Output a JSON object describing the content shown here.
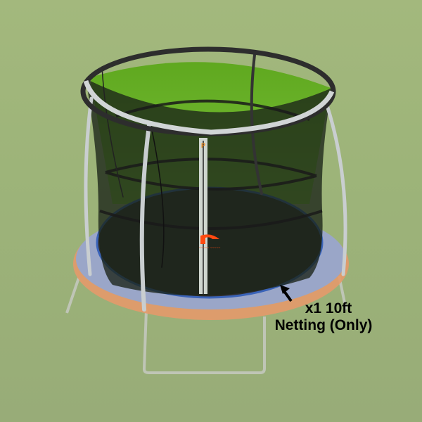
{
  "product": {
    "subject": "trampoline safety enclosure netting",
    "caption_line1": "x1 10ft",
    "caption_line2": "Netting (Only)",
    "arrow": "arrow-up-left"
  },
  "colors": {
    "background_grass": "#9fb47b",
    "inner_grass": "#6db52a",
    "net": "#1f2a1a",
    "top_ring": "#c9ced0",
    "padding_blue": "#9aa6c8",
    "padding_orange": "#e49a6a",
    "mat_blue_edge": "#3a63b8",
    "logo_orange": "#ff4a10"
  }
}
